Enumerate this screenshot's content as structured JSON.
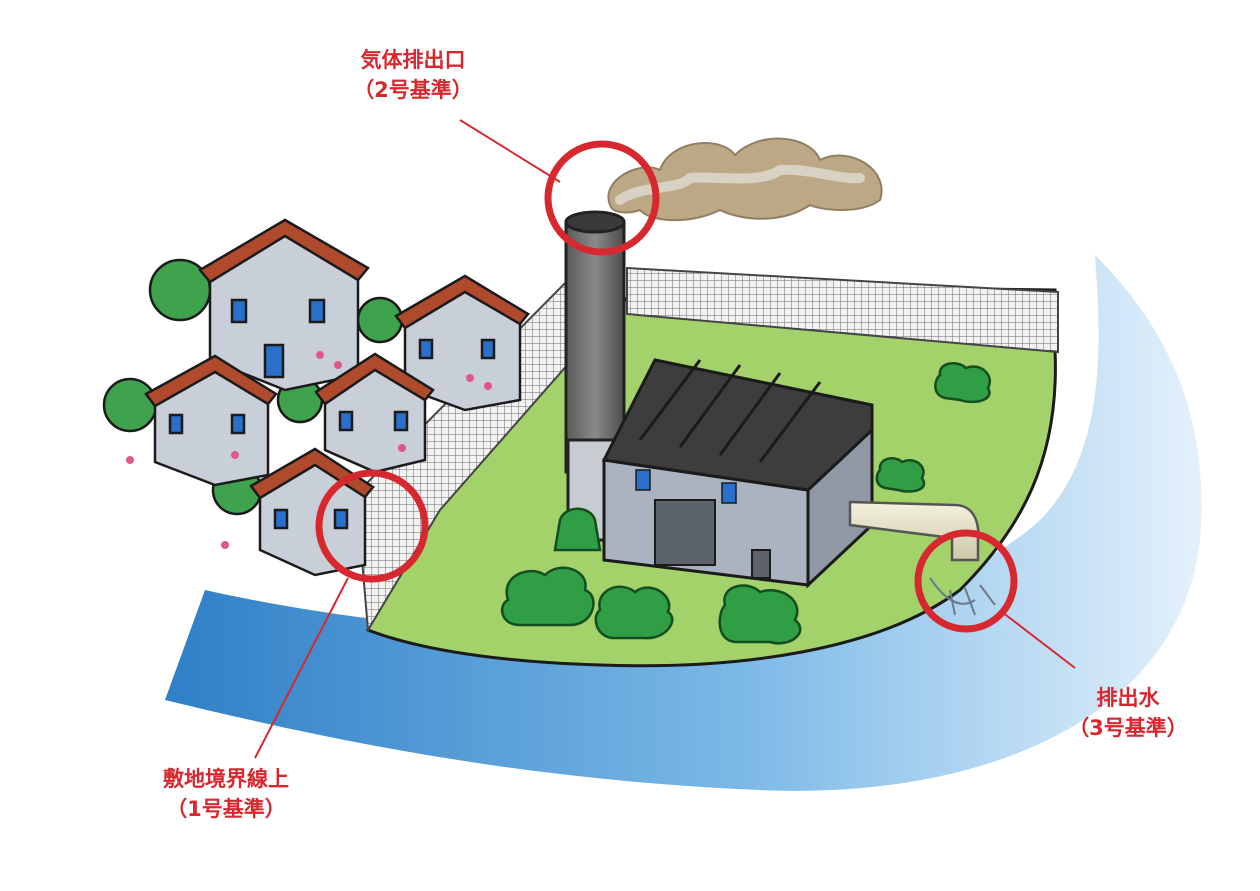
{
  "callouts": {
    "gas": {
      "title": "気体排出口",
      "standard": "（2号基準）"
    },
    "water": {
      "title": "排出水",
      "standard": "（3号基準）"
    },
    "site": {
      "title": "敷地境界線上",
      "standard": "（1号基準）"
    }
  },
  "colors": {
    "callout_red": "#d7282f",
    "grass": "#a3d26a",
    "river": "#4d9ed8",
    "factory_wall": "#aab3bf",
    "roof": "#3d3d3d",
    "house_roof": "#b04a2c",
    "smoke": "#bda886"
  },
  "icons": [
    "factory",
    "smokestack",
    "smoke-cloud",
    "drain-pipe",
    "house",
    "tree",
    "fence",
    "river"
  ]
}
